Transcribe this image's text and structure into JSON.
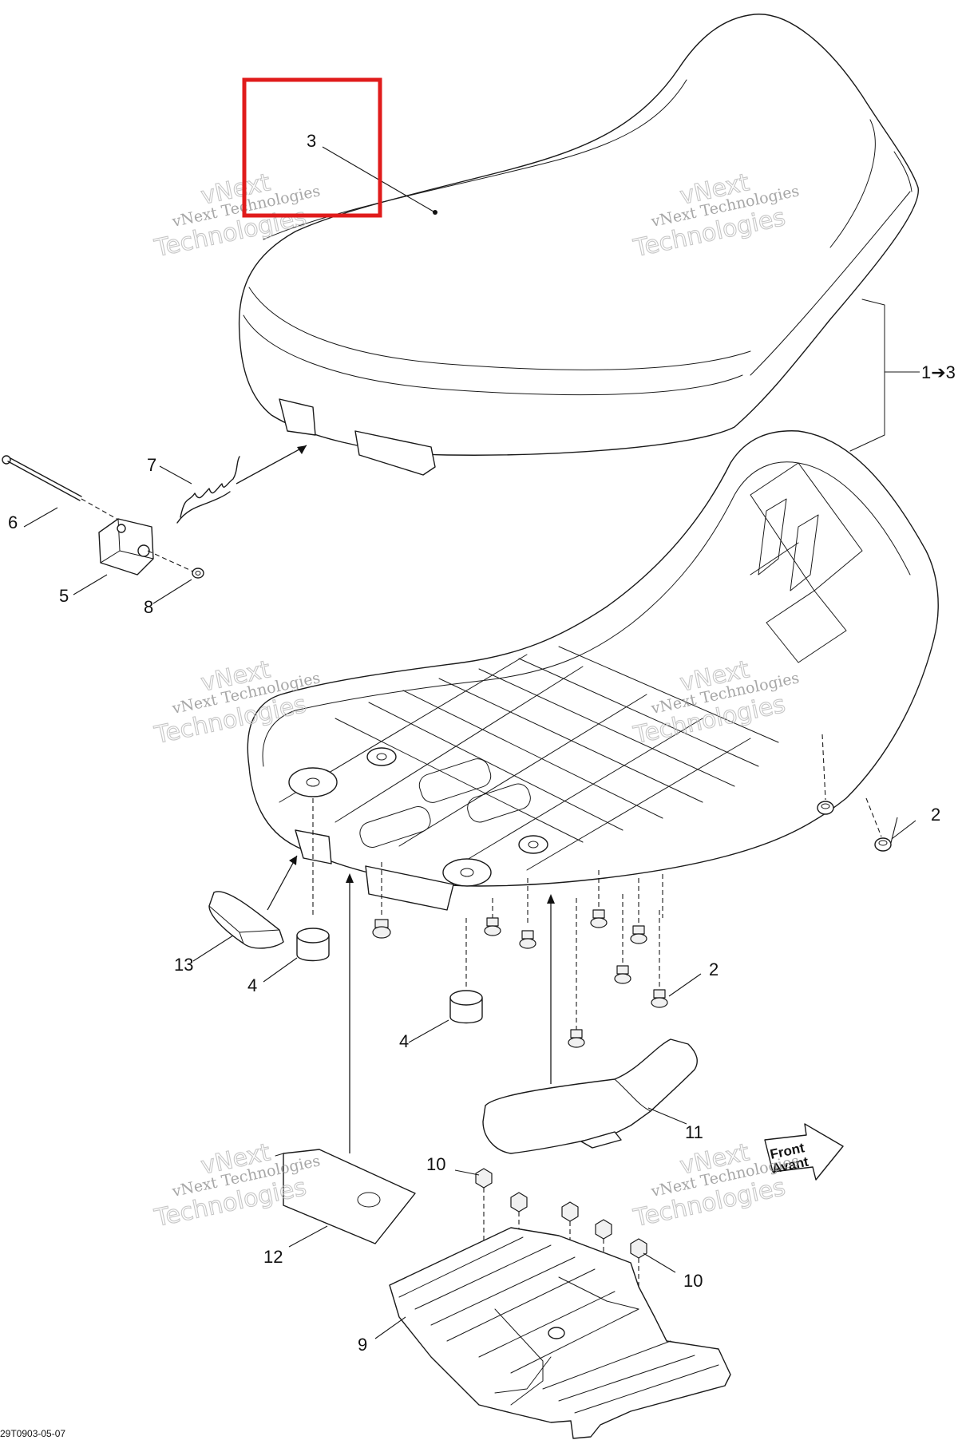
{
  "diagram": {
    "callouts": [
      {
        "id": "c3",
        "label": "3"
      },
      {
        "id": "c1to3",
        "label": "1➔3"
      },
      {
        "id": "c7",
        "label": "7"
      },
      {
        "id": "c6",
        "label": "6"
      },
      {
        "id": "c5",
        "label": "5"
      },
      {
        "id": "c8",
        "label": "8"
      },
      {
        "id": "c2a",
        "label": "2"
      },
      {
        "id": "c2b",
        "label": "2"
      },
      {
        "id": "c13",
        "label": "13"
      },
      {
        "id": "c4a",
        "label": "4"
      },
      {
        "id": "c4b",
        "label": "4"
      },
      {
        "id": "c11",
        "label": "11"
      },
      {
        "id": "c10a",
        "label": "10"
      },
      {
        "id": "c10b",
        "label": "10"
      },
      {
        "id": "c12",
        "label": "12"
      },
      {
        "id": "c9",
        "label": "9"
      }
    ],
    "front_sign": {
      "line1": "Front",
      "line2": "Avant"
    },
    "drawing_code": "29T0903-05-07",
    "watermark": {
      "line1": "vNext Technologies",
      "line2": "vNext",
      "line3": "Technologies"
    },
    "highlight_color": "#e01b1b"
  }
}
